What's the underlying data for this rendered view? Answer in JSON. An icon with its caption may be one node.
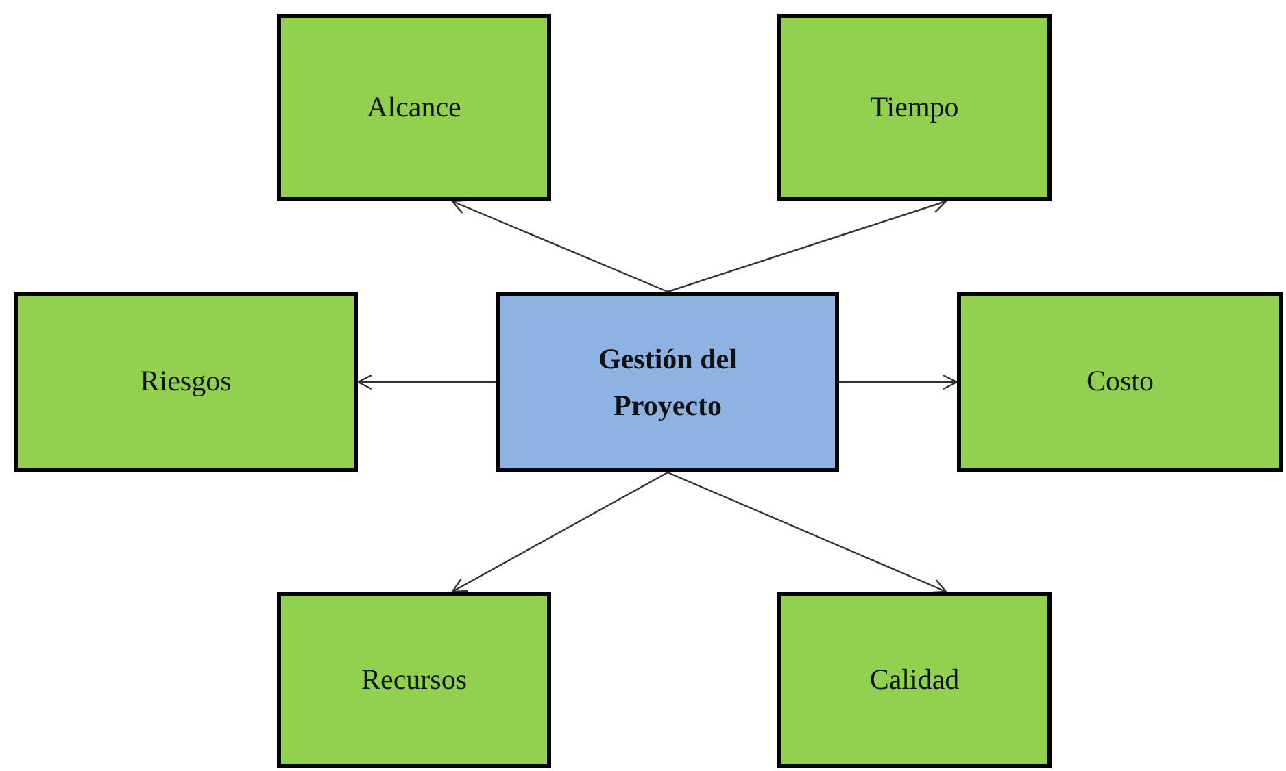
{
  "diagram": {
    "nodes": [
      {
        "text": [
          "Gestión del Proyecto"
        ]
      },
      {
        "text": [
          "Alcance"
        ]
      },
      {
        "text": [
          "Tiempo"
        ]
      },
      {
        "text": [
          "Riesgos"
        ]
      },
      {
        "text": [
          "Costo"
        ]
      },
      {
        "text": [
          "Recursos"
        ]
      },
      {
        "text": [
          "Calidad"
        ]
      }
    ],
    "edges": [
      {
        "from": 0,
        "to": 1,
        "arrow": "to"
      },
      {
        "from": 0,
        "to": 2,
        "arrow": "to"
      },
      {
        "from": 0,
        "to": 3,
        "arrow": "to"
      },
      {
        "from": 0,
        "to": 4,
        "arrow": "to"
      },
      {
        "from": 0,
        "to": 5,
        "arrow": "to"
      },
      {
        "from": 0,
        "to": 6,
        "arrow": "to"
      }
    ]
  }
}
